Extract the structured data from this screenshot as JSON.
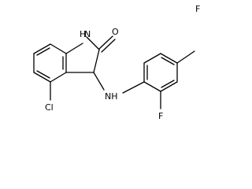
{
  "structure": {
    "atoms": {
      "amide_nh": "H",
      "amide_n": "N",
      "carbonyl_o": "O",
      "amine_nh": "NH",
      "chlorine": "Cl",
      "fluorine_top": "F",
      "fluorine_bottom": "F"
    },
    "colors": {
      "bond": "#000000",
      "label": "#000000",
      "background": "#ffffff"
    }
  }
}
